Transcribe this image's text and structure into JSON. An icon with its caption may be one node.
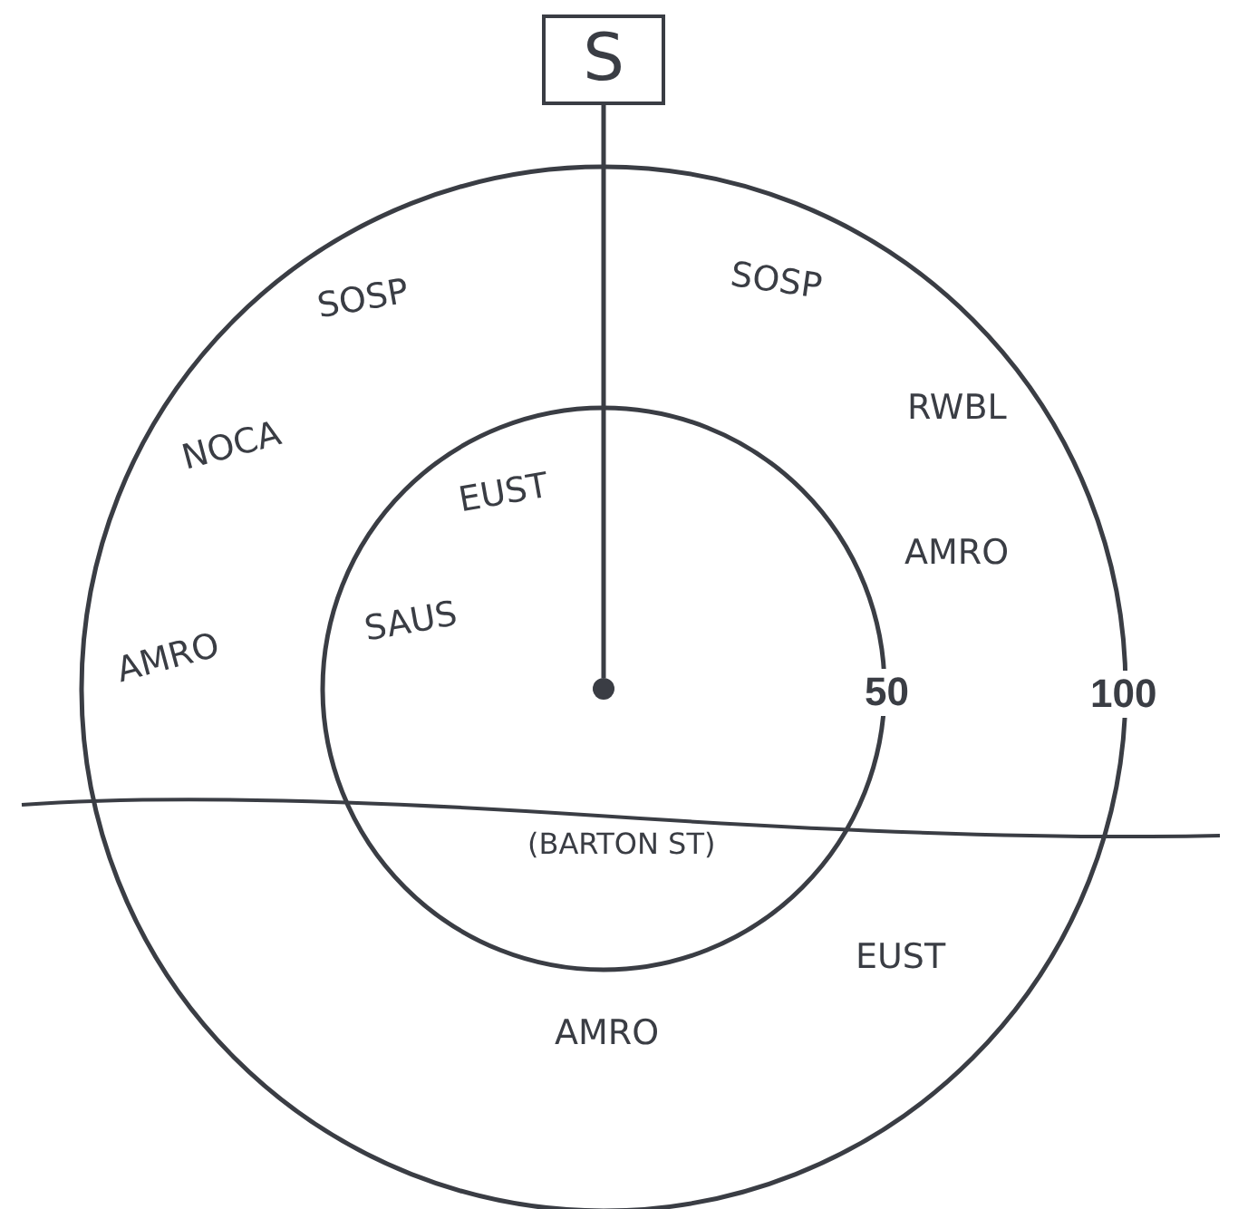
{
  "diagram": {
    "nodes": [
      {
        "text": [
          "S"
        ]
      },
      {
        "text": [],
        "shape": "circle"
      }
    ],
    "edges": [
      {
        "from": 0,
        "to": 1,
        "arrow": "none"
      }
    ],
    "labels": [
      "SOSP",
      "SOSP",
      "RWBL",
      "NOCA",
      "EUST",
      "AMRO",
      "SAUS",
      "AMRO",
      "50",
      "100",
      "(BARTON ST)",
      "EUST",
      "AMRO"
    ]
  }
}
